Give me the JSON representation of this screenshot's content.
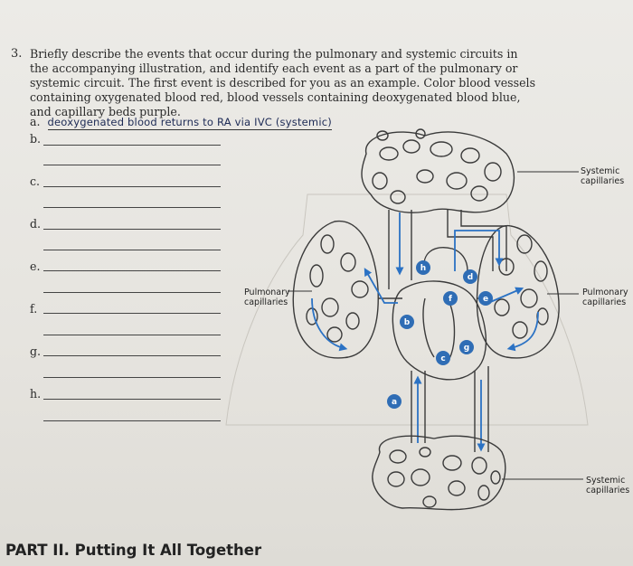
{
  "question": {
    "number": "3.",
    "text": "Briefly describe the events that occur during the pulmonary and systemic circuits in the accompanying illustration, and identify each event as a part of the pulmonary or systemic circuit. The first event is described for you as an example. Color blood vessels containing oxygenated blood red, blood vessels containing deoxygenated blood blue, and capillary beds purple."
  },
  "answers": [
    {
      "label": "a.",
      "value": "deoxygenated blood returns to RA via IVC (systemic)"
    },
    {
      "label": "b.",
      "value": ""
    },
    {
      "label": "c.",
      "value": ""
    },
    {
      "label": "d.",
      "value": ""
    },
    {
      "label": "e.",
      "value": ""
    },
    {
      "label": "f.",
      "value": ""
    },
    {
      "label": "g.",
      "value": ""
    },
    {
      "label": "h.",
      "value": ""
    }
  ],
  "diagram": {
    "labels": {
      "systemic_top": "Systemic\ncapillaries",
      "pulmonary_left": "Pulmonary\ncapillaries",
      "pulmonary_right": "Pulmonary\ncapillaries",
      "systemic_bottom": "Systemic\ncapillaries"
    },
    "markers": [
      "a",
      "b",
      "c",
      "d",
      "e",
      "f",
      "g",
      "h"
    ],
    "colors": {
      "marker_fill": "#2f6db5",
      "vessel_blue": "#2b72c4",
      "outline": "#3a3a3a"
    }
  },
  "footer": {
    "part_title": "PART II. Putting It All Together"
  }
}
